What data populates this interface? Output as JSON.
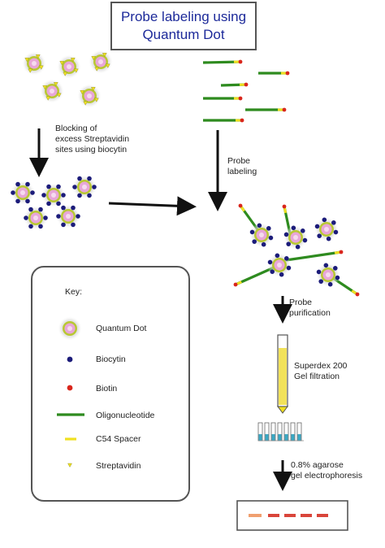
{
  "title": {
    "line1": "Probe labeling using",
    "line2": "Quantum Dot"
  },
  "steps": {
    "blocking": [
      "Blocking of",
      "excess Streptavidin",
      "sites using biocytin"
    ],
    "probe_labeling": [
      "Probe",
      "labeling"
    ],
    "probe_purification": [
      "Probe",
      "purification"
    ],
    "gel_filtration": [
      "Superdex 200",
      "Gel filtration"
    ],
    "electrophoresis": [
      "0.8% agarose",
      "gel electrophoresis"
    ]
  },
  "key": {
    "heading": "Key:",
    "items": [
      {
        "icon": "quantum-dot-icon",
        "label": "Quantum Dot"
      },
      {
        "icon": "biocytin-icon",
        "label": "Biocytin"
      },
      {
        "icon": "biotin-icon",
        "label": "Biotin"
      },
      {
        "icon": "oligonucleotide-icon",
        "label": "Oligonucleotide"
      },
      {
        "icon": "c54-spacer-icon",
        "label": "C54 Spacer"
      },
      {
        "icon": "streptavidin-icon",
        "label": "Streptavidin"
      }
    ]
  },
  "colors": {
    "title_text": "#1d2a9a",
    "oligonucleotide": "#2e8b1f",
    "biocytin": "#1c1c7a",
    "biotin": "#d9261c",
    "spacer": "#f0e020",
    "quantum_dot_core": "#e8a6d8",
    "streptavidin_ring": "#b8c832",
    "gel_band": "#d9453a",
    "column_fill": "#f2e25a"
  }
}
